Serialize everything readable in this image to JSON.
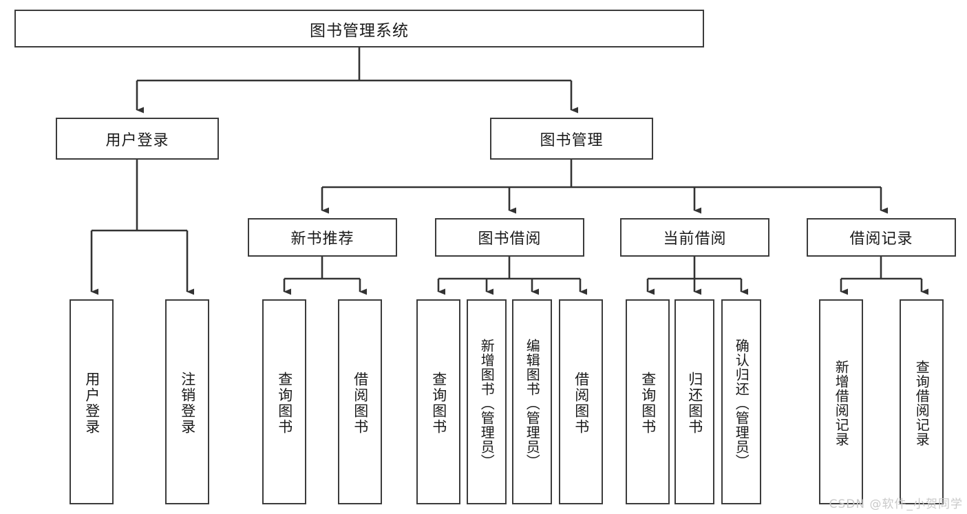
{
  "diagram": {
    "title": "图书管理系统",
    "watermark": "CSDN @软件_小贺同学",
    "line_color": "#333333",
    "box_border_color": "#3b3b3b",
    "background": "#ffffff",
    "root": {
      "label": "图书管理系统"
    },
    "level2": [
      {
        "label": "用户登录"
      },
      {
        "label": "图书管理"
      }
    ],
    "level3": [
      {
        "label": "新书推荐"
      },
      {
        "label": "图书借阅"
      },
      {
        "label": "当前借阅"
      },
      {
        "label": "借阅记录"
      }
    ],
    "leaves": {
      "user_login": [
        {
          "label": "用户登录"
        },
        {
          "label": "注销登录"
        }
      ],
      "new_book": [
        {
          "label": "查询图书"
        },
        {
          "label": "借阅图书"
        }
      ],
      "book_borrow": [
        {
          "label": "查询图书"
        },
        {
          "label": "新增图书（管理员）"
        },
        {
          "label": "编辑图书（管理员）"
        },
        {
          "label": "借阅图书"
        }
      ],
      "current_borrow": [
        {
          "label": "查询图书"
        },
        {
          "label": "归还图书"
        },
        {
          "label": "确认归还（管理员）"
        }
      ],
      "borrow_record": [
        {
          "label": "新增借阅记录"
        },
        {
          "label": "查询借阅记录"
        }
      ]
    }
  }
}
